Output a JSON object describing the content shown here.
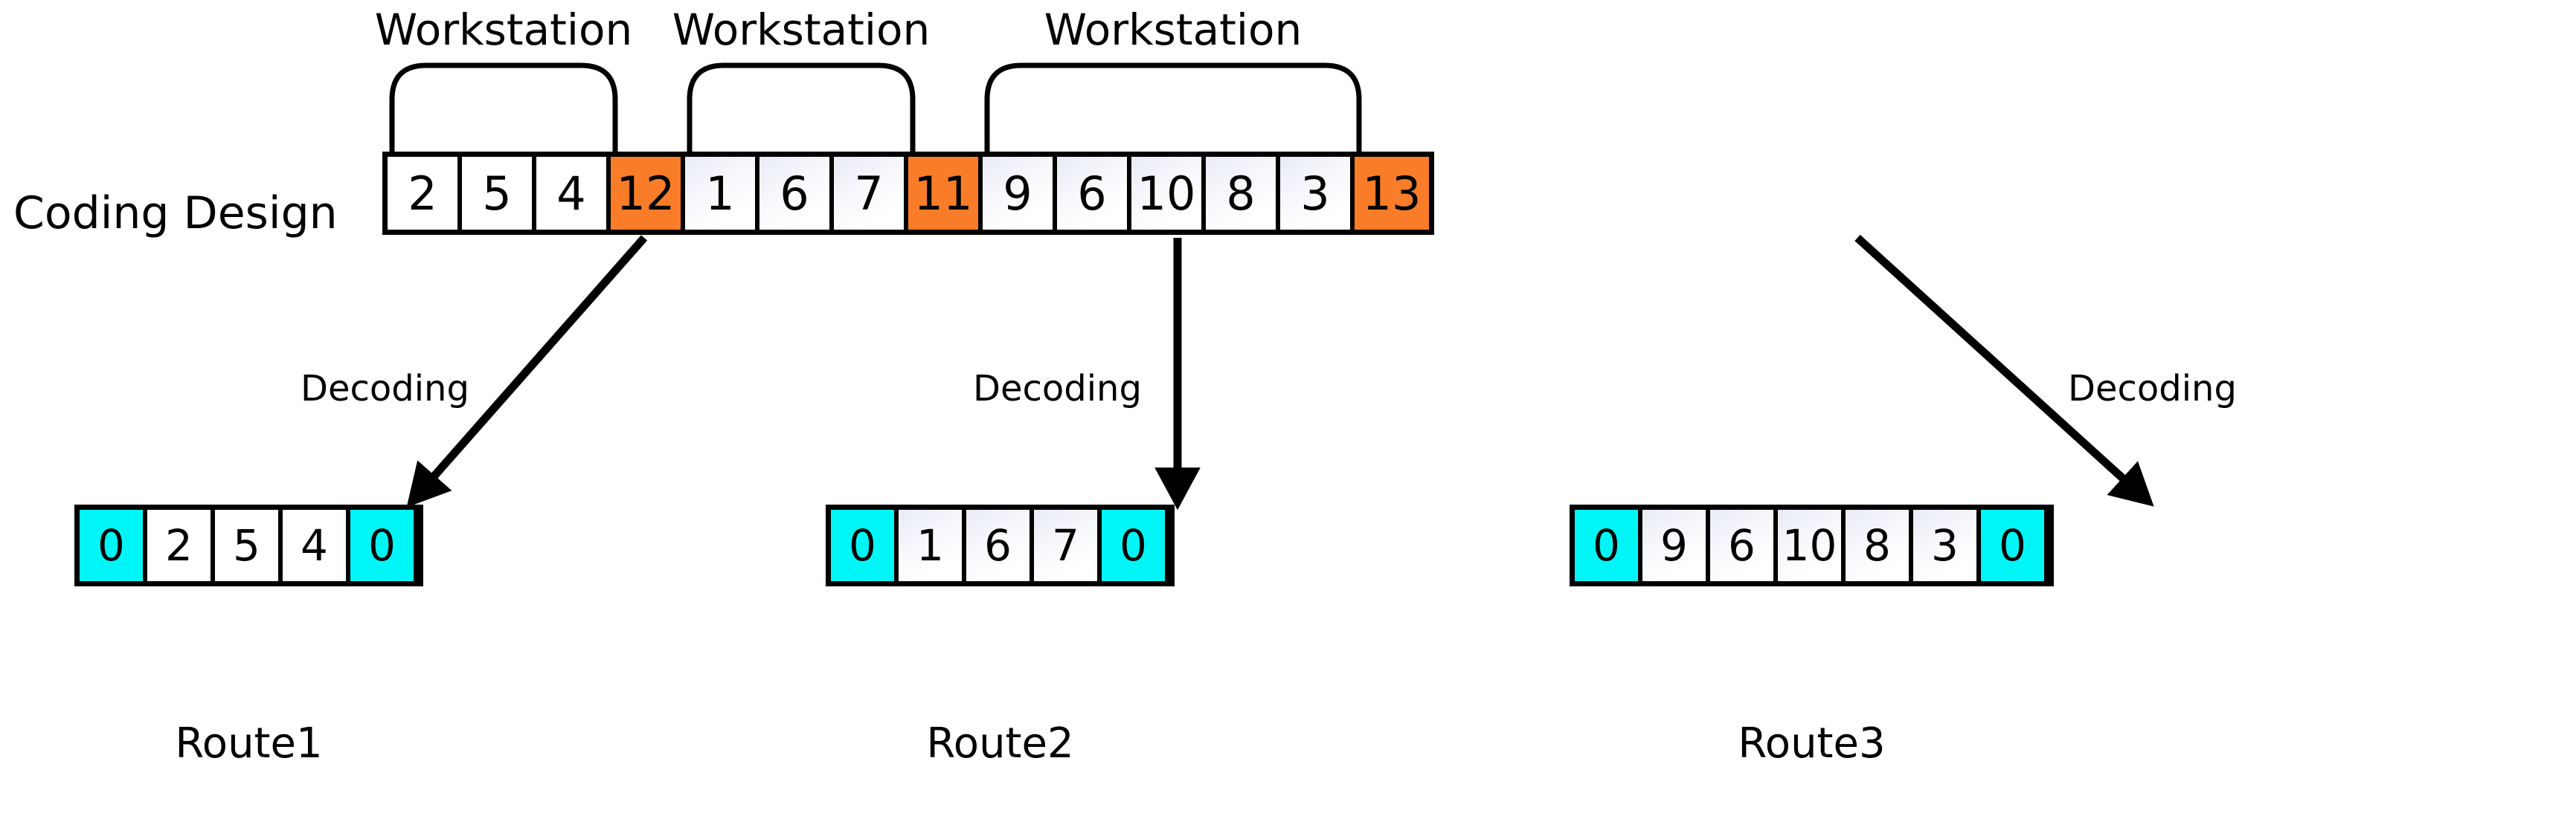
{
  "diagram": {
    "title_label": "Coding Design",
    "bracket_label": "Workstation",
    "arrow_label": "Decoding"
  },
  "coding_design": {
    "label": "Coding Design",
    "cells": [
      {
        "value": "2",
        "type": "job"
      },
      {
        "value": "5",
        "type": "job"
      },
      {
        "value": "4",
        "type": "job"
      },
      {
        "value": "12",
        "type": "separator"
      },
      {
        "value": "1",
        "type": "job"
      },
      {
        "value": "6",
        "type": "job"
      },
      {
        "value": "7",
        "type": "job"
      },
      {
        "value": "11",
        "type": "separator"
      },
      {
        "value": "9",
        "type": "job"
      },
      {
        "value": "6",
        "type": "job"
      },
      {
        "value": "10",
        "type": "job"
      },
      {
        "value": "8",
        "type": "job"
      },
      {
        "value": "3",
        "type": "job"
      },
      {
        "value": "13",
        "type": "separator"
      }
    ]
  },
  "workstations": [
    {
      "label": "Workstation",
      "covers": [
        0,
        1,
        2
      ]
    },
    {
      "label": "Workstation",
      "covers": [
        4,
        5,
        6
      ]
    },
    {
      "label": "Workstation",
      "covers": [
        8,
        9,
        10,
        11,
        12
      ]
    }
  ],
  "decoding_arrows": [
    {
      "label": "Decoding"
    },
    {
      "label": "Decoding"
    },
    {
      "label": "Decoding"
    }
  ],
  "routes": [
    {
      "name": "Route1",
      "cells": [
        {
          "value": "0",
          "type": "depot"
        },
        {
          "value": "2",
          "type": "job"
        },
        {
          "value": "5",
          "type": "job"
        },
        {
          "value": "4",
          "type": "job"
        },
        {
          "value": "0",
          "type": "depot"
        }
      ]
    },
    {
      "name": "Route2",
      "cells": [
        {
          "value": "0",
          "type": "depot"
        },
        {
          "value": "1",
          "type": "job"
        },
        {
          "value": "6",
          "type": "job"
        },
        {
          "value": "7",
          "type": "job"
        },
        {
          "value": "0",
          "type": "depot"
        }
      ]
    },
    {
      "name": "Route3",
      "cells": [
        {
          "value": "0",
          "type": "depot"
        },
        {
          "value": "9",
          "type": "job"
        },
        {
          "value": "6",
          "type": "job"
        },
        {
          "value": "10",
          "type": "job"
        },
        {
          "value": "8",
          "type": "job"
        },
        {
          "value": "3",
          "type": "job"
        },
        {
          "value": "0",
          "type": "depot"
        }
      ]
    }
  ],
  "colors": {
    "separator_cell": "#F97D28",
    "depot_cell": "#00F6F6",
    "job_cell": "#FFFFFF",
    "stroke": "#000000",
    "background": "#FFFFFF"
  }
}
